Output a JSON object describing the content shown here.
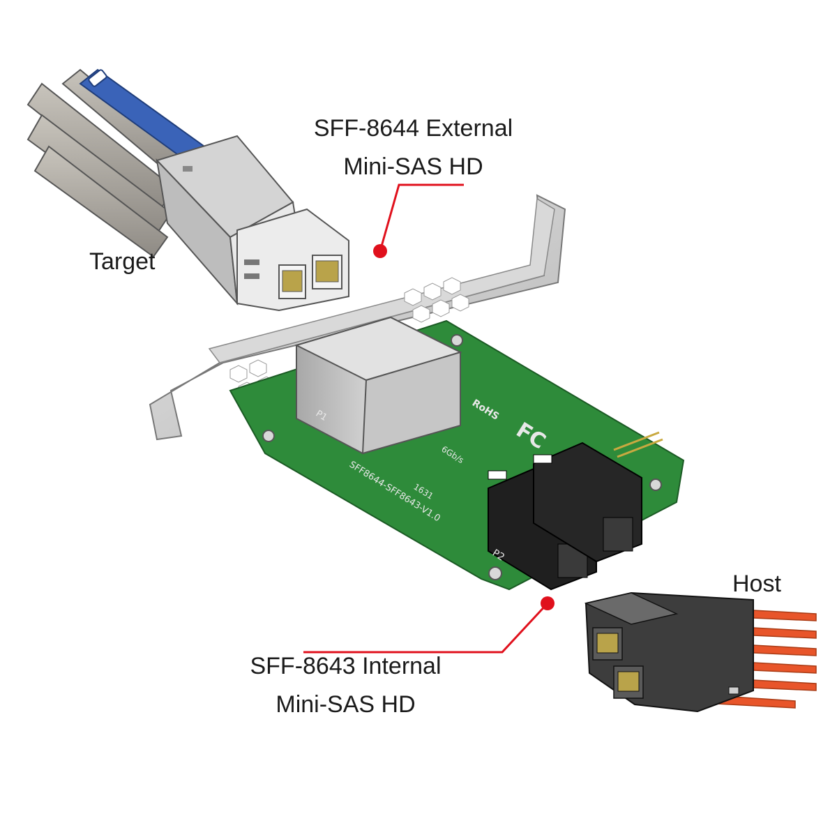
{
  "labels": {
    "target": "Target",
    "host": "Host",
    "external_line1": "SFF-8644 External",
    "external_line2": "Mini-SAS HD",
    "internal_line1": "SFF-8643 Internal",
    "internal_line2": "Mini-SAS HD"
  },
  "board_markings": {
    "p1": "P1",
    "p2": "P2",
    "rohs": "RoHS",
    "fc": "FC",
    "speed": "6Gb/s",
    "model": "SFF8644-SFF8643-V1.0",
    "date_code": "1631"
  },
  "colors": {
    "callout_red": "#e0101c",
    "pcb_green": "#2e8b3a",
    "bracket_gray": "#c9c9c9",
    "pull_tab_blue": "#3a63b8",
    "cable_orange": "#e8552a"
  }
}
